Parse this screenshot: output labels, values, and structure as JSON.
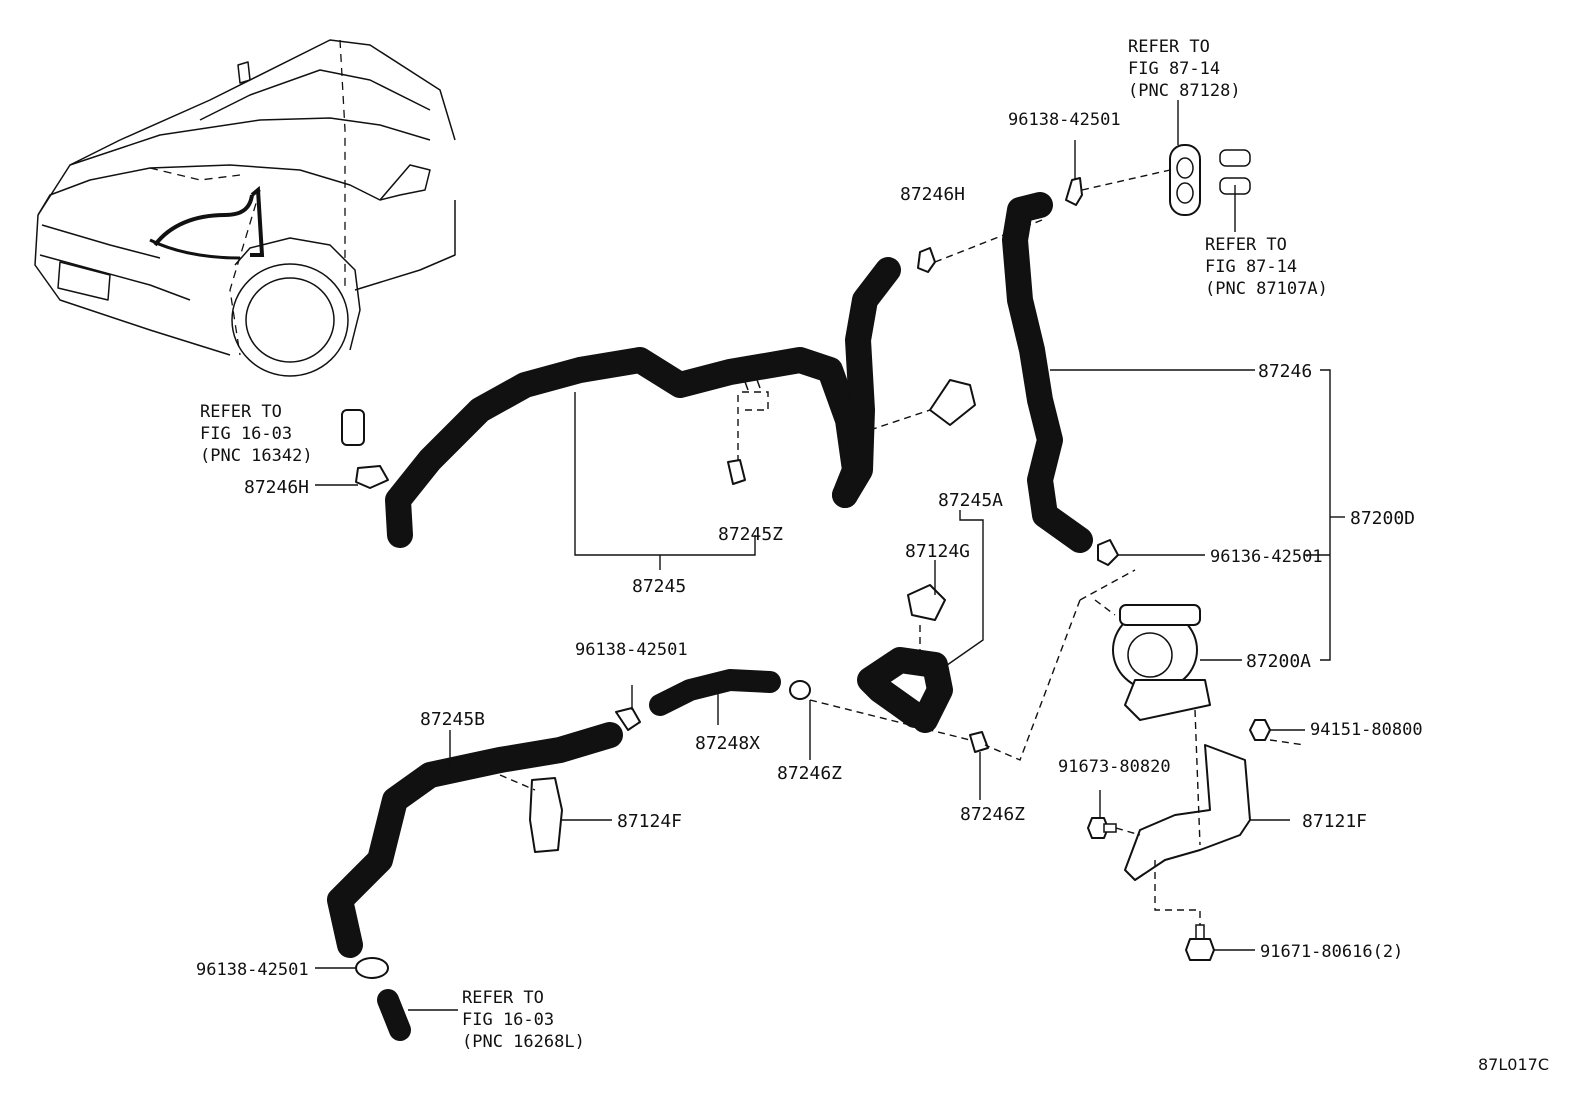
{
  "diagram_id": "87L017C",
  "callouts": {
    "refer_87128": [
      "REFER TO",
      "FIG 87-14",
      "(PNC 87128)"
    ],
    "refer_87107a": [
      "REFER TO",
      "FIG 87-14",
      "(PNC 87107A)"
    ],
    "refer_16342": [
      "REFER TO",
      "FIG 16-03",
      "(PNC 16342)"
    ],
    "refer_16268l": [
      "REFER TO",
      "FIG 16-03",
      "(PNC 16268L)"
    ]
  },
  "parts": {
    "p96138_top": "96138-42501",
    "p87246h_top": "87246H",
    "p87246": "87246",
    "p87246h_left": "87246H",
    "p87245z": "87245Z",
    "p87245": "87245",
    "p87245a": "87245A",
    "p87124g": "87124G",
    "p87200d": "87200D",
    "p96136": "96136-42501",
    "p87200a": "87200A",
    "p96138_mid": "96138-42501",
    "p87248x": "87248X",
    "p87246z_a": "87246Z",
    "p87246z_b": "87246Z",
    "p87245b": "87245B",
    "p87124f": "87124F",
    "p94151": "94151-80800",
    "p91673": "91673-80820",
    "p87121f": "87121F",
    "p91671": "91671-80616(2)",
    "p96138_bottom": "96138-42501"
  }
}
